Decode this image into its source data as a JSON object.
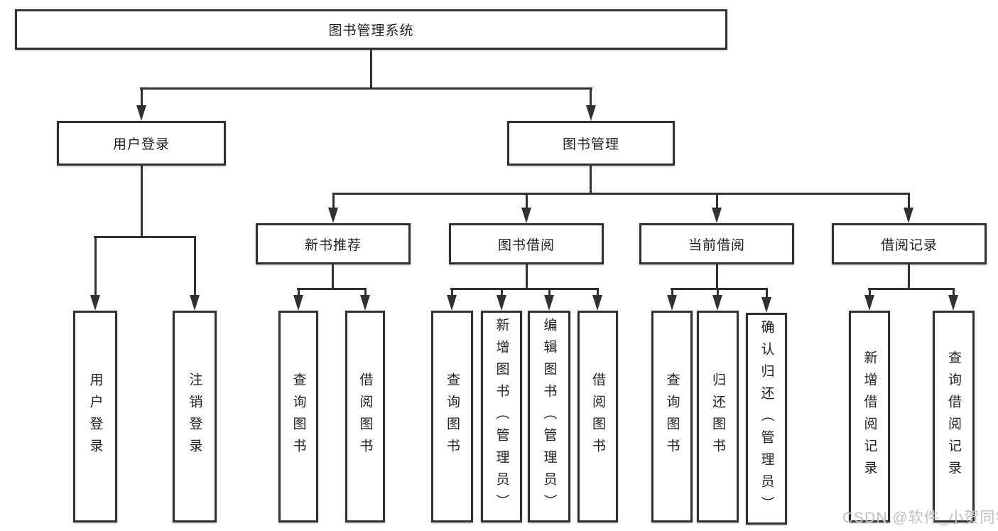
{
  "tree": {
    "root": {
      "label": "图书管理系统"
    },
    "branches": [
      {
        "label": "用户登录",
        "children": [
          {
            "label": "用户登录"
          },
          {
            "label": "注销登录"
          }
        ]
      },
      {
        "label": "图书管理",
        "children": [
          {
            "label": "新书推荐",
            "children": [
              {
                "label": "查询图书"
              },
              {
                "label": "借阅图书"
              }
            ]
          },
          {
            "label": "图书借阅",
            "children": [
              {
                "label": "查询图书"
              },
              {
                "label": "新增图书（管理员）"
              },
              {
                "label": "编辑图书（管理员）"
              },
              {
                "label": "借阅图书"
              }
            ]
          },
          {
            "label": "当前借阅",
            "children": [
              {
                "label": "查询图书"
              },
              {
                "label": "归还图书"
              },
              {
                "label": "确认归还（管理员）"
              }
            ]
          },
          {
            "label": "借阅记录",
            "children": [
              {
                "label": "新增借阅记录"
              },
              {
                "label": "查询借阅记录"
              }
            ]
          }
        ]
      }
    ]
  },
  "watermark": {
    "text": "CSDN @软件_小贺同学"
  },
  "colors": {
    "line": "#313131",
    "box_border": "#313131",
    "box_background": "#ffffff",
    "text": "#1f1f1f",
    "watermark": "#c0c0c0",
    "page_background": "#ffffff"
  }
}
